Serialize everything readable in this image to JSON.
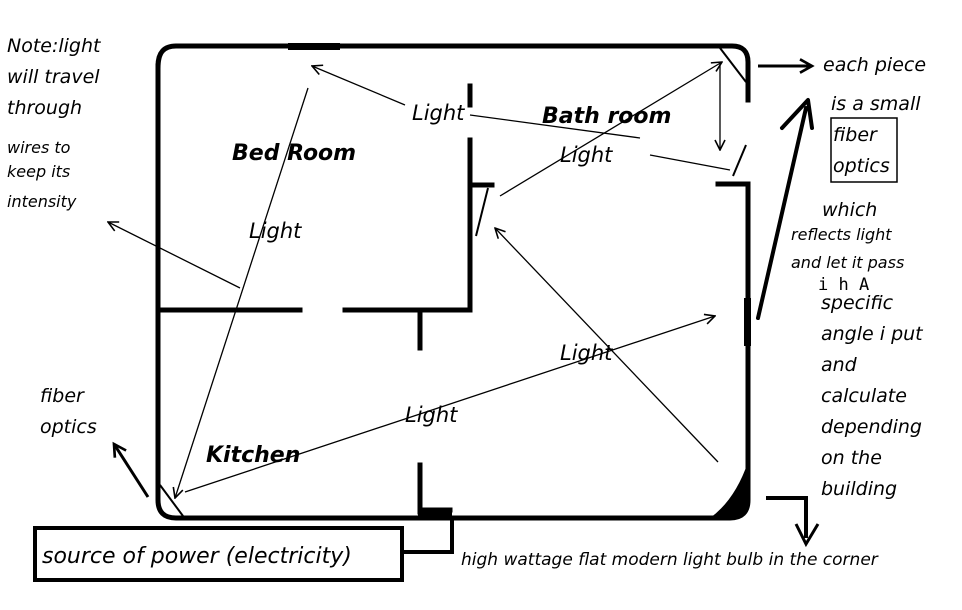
{
  "rooms": {
    "bedroom": "Bed Room",
    "bathroom": "Bath room",
    "kitchen": "Kitchen"
  },
  "light_labels": [
    "Light",
    "Light",
    "Light",
    "Light",
    "Light"
  ],
  "notes": {
    "note_lines": [
      "Note:light",
      "will travel",
      "through",
      "wires  to",
      "keep its",
      "intensity"
    ],
    "fiber_optics_lines": [
      "fiber",
      "optics"
    ],
    "each_piece": "each piece",
    "is_a_small": "is a small",
    "boxed_lines": [
      "fiber",
      "optics"
    ],
    "which": "which",
    "reflects": "reflects light",
    "let_pass": "and let it pass",
    "in_a": "i h  A",
    "angle_lines": [
      "specific",
      "angle i put",
      "and",
      "calculate",
      "depending",
      "on the",
      "building"
    ],
    "power_source": "source of power (electricity)",
    "bulb": "high wattage flat modern light bulb in the corner"
  }
}
